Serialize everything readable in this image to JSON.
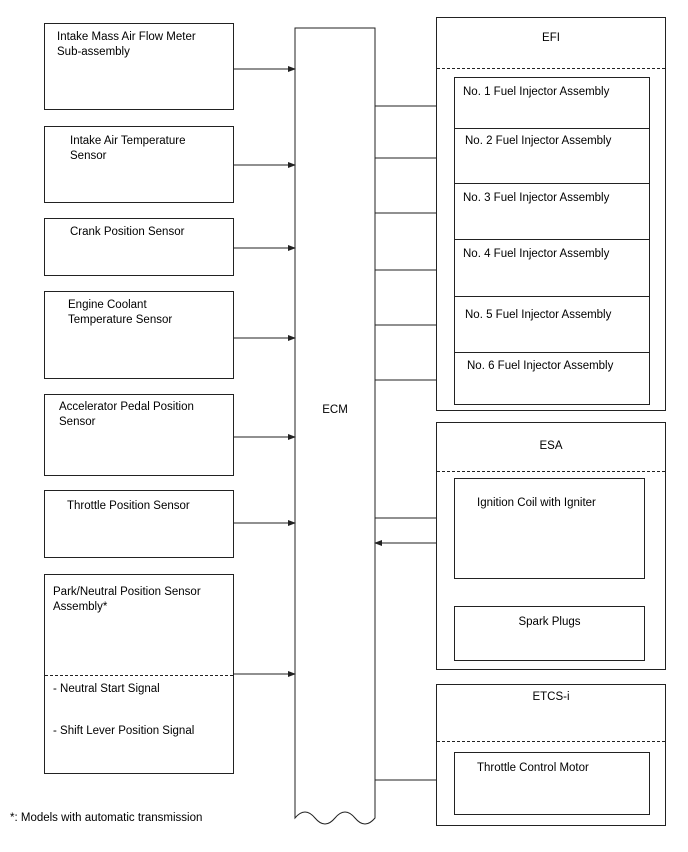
{
  "inputs": {
    "maf": "Intake Mass Air Flow Meter\nSub-assembly",
    "iat": "Intake Air Temperature\nSensor",
    "crank": "Crank Position Sensor",
    "ect": "Engine Coolant\nTemperature Sensor",
    "accel": "Accelerator Pedal Position\nSensor",
    "throttle": "Throttle Position Sensor",
    "pnp": {
      "title": "Park/Neutral Position Sensor\nAssembly*",
      "signal1": "- Neutral Start Signal",
      "signal2": "- Shift Lever Position Signal"
    }
  },
  "ecm": {
    "label": "ECM"
  },
  "efi": {
    "title": "EFI",
    "injectors": [
      "No. 1 Fuel Injector Assembly",
      "No. 2 Fuel Injector Assembly",
      "No. 3 Fuel Injector Assembly",
      "No. 4 Fuel Injector Assembly",
      "No. 5 Fuel Injector Assembly",
      "No. 6 Fuel Injector Assembly"
    ]
  },
  "esa": {
    "title": "ESA",
    "coil": "Ignition Coil with Igniter",
    "plugs": "Spark Plugs"
  },
  "etcs": {
    "title": "ETCS-i",
    "motor": "Throttle Control Motor"
  },
  "footnote": "*: Models with automatic transmission"
}
